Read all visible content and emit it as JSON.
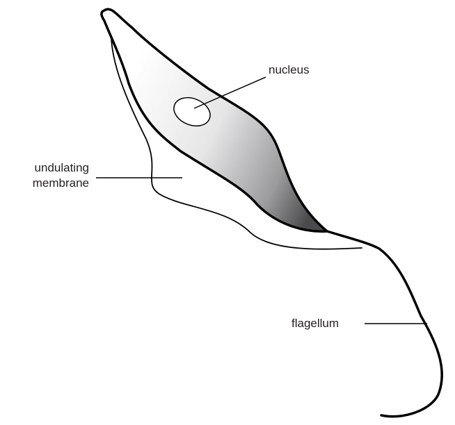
{
  "labels": {
    "nucleus": "nucleus",
    "undulating_membrane_line1": "undulating",
    "undulating_membrane_line2": "membrane",
    "flagellum": "flagellum"
  },
  "colors": {
    "outline": "#000000",
    "body_gradient_light": "#ffffff",
    "body_gradient_dark": "#4a4a4c",
    "label_text": "#231f20"
  }
}
